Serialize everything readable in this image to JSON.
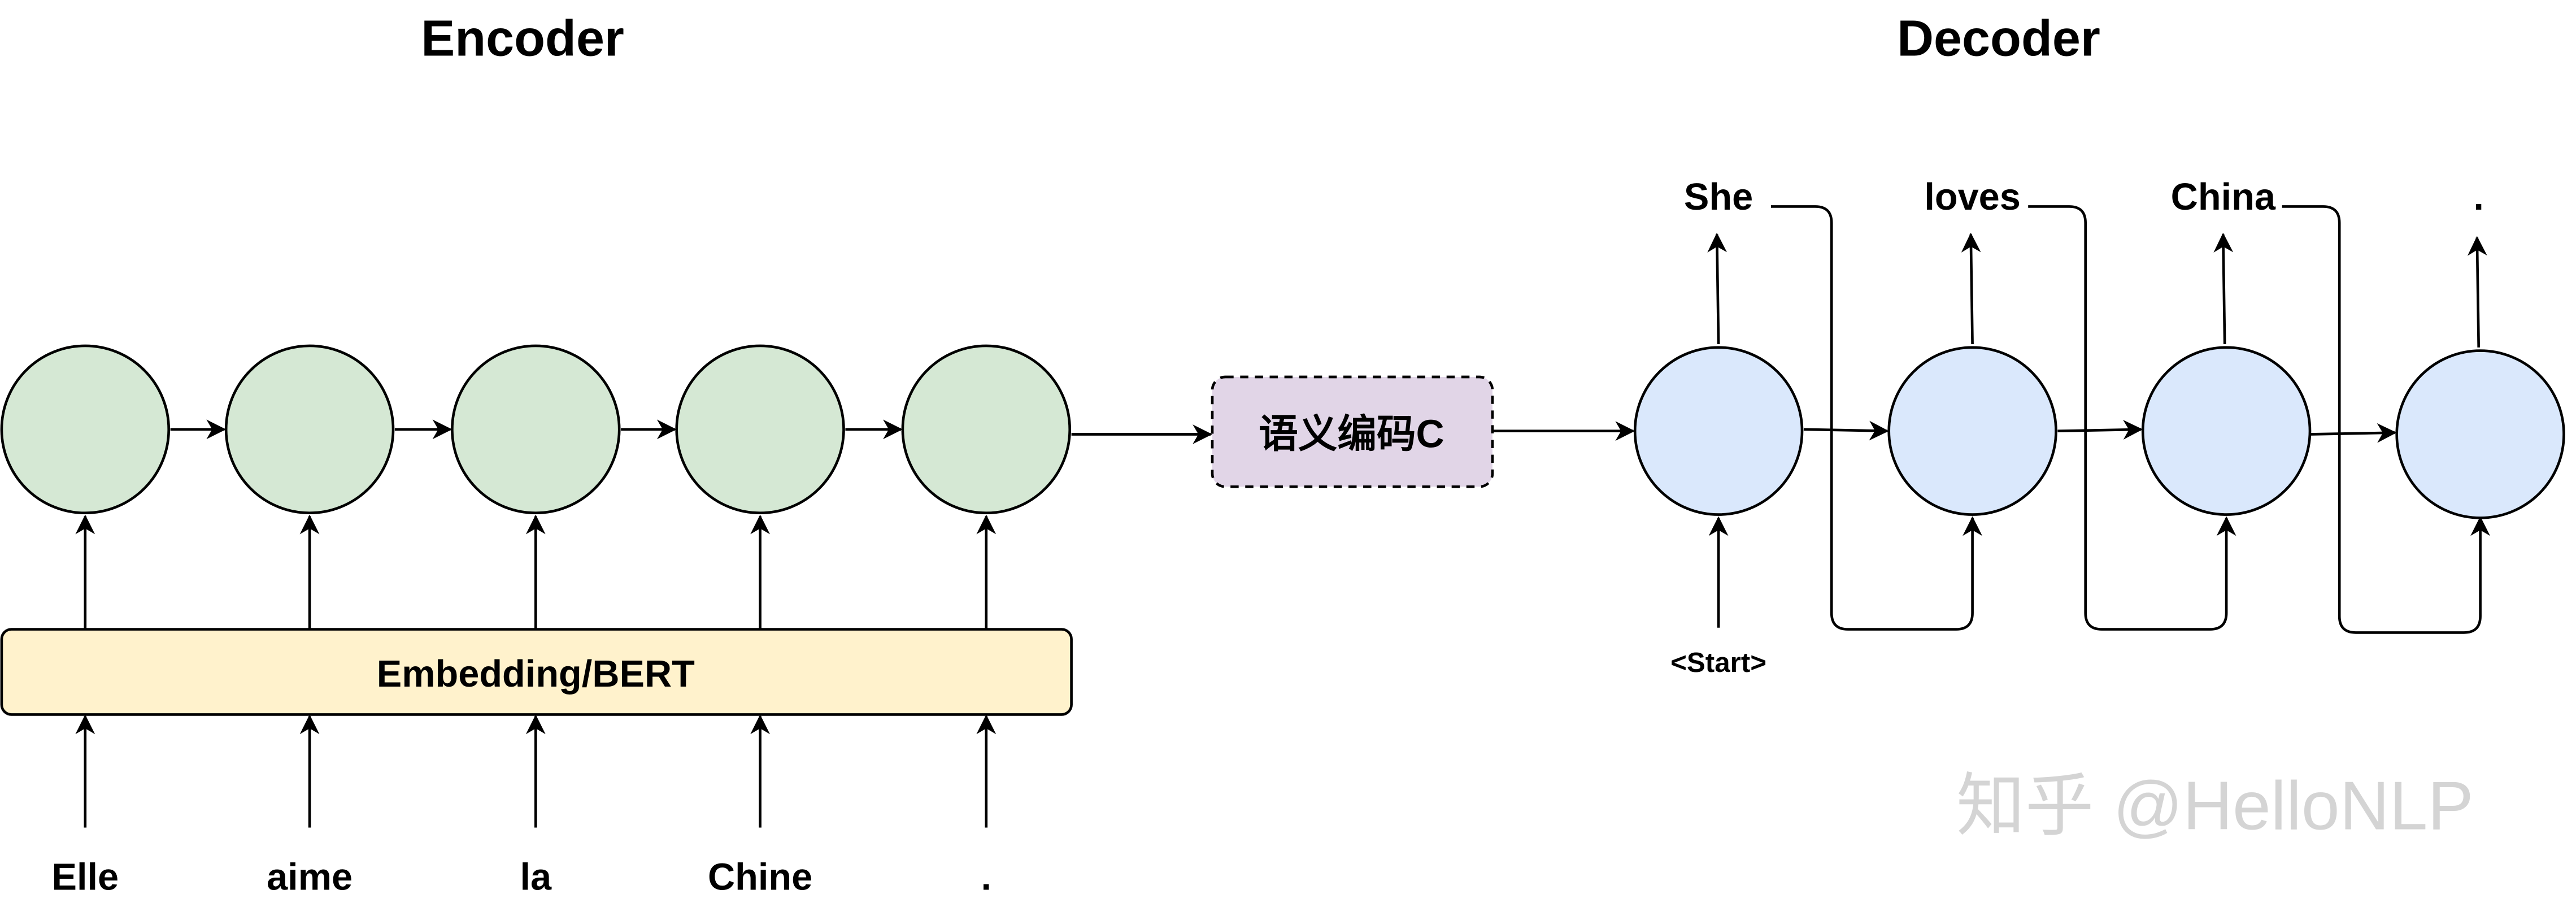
{
  "encoder": {
    "title": "Encoder",
    "inputs": [
      "Elle",
      "aime",
      "la",
      "Chine",
      "."
    ],
    "embedding_label": "Embedding/BERT",
    "cell_color": "#d5e8d4",
    "embedding_color": "#fff2cc"
  },
  "context": {
    "label": "语义编码C",
    "color": "#e1d5e7"
  },
  "decoder": {
    "title": "Decoder",
    "start_token": "<Start>",
    "outputs": [
      "She",
      "loves",
      "China",
      "."
    ],
    "cell_color": "#dae8fc"
  },
  "watermark": {
    "text": "知乎 @HelloNLP"
  }
}
